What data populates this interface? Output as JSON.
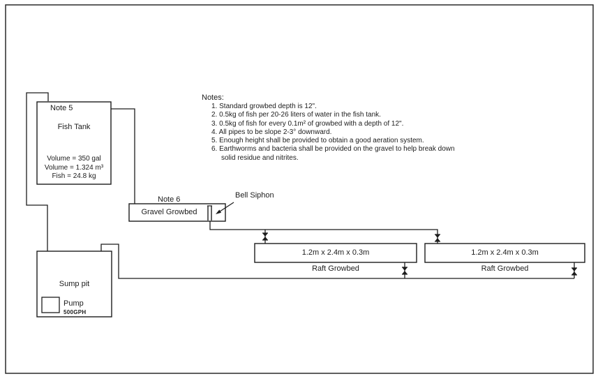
{
  "diagram": {
    "fish_tank": {
      "note": "Note 5",
      "title": "Fish Tank",
      "stat1": "Volume = 350 gal",
      "stat2": "Volume = 1.324 m³",
      "stat3": "Fish = 24.8 kg"
    },
    "notes": {
      "title": "Notes:",
      "items": [
        "1. Standard growbed depth is 12\".",
        "2. 0.5kg of fish per 20-26 liters of water in the fish tank.",
        "3. 0.5kg of fish for every 0.1m² of growbed with a depth of 12\".",
        "4. All pipes to be slope 2-3° downward.",
        "5. Enough height shall be provided to obtain a good aeration system.",
        "6. Earthworms and bacteria shall be provided on the gravel to help break down solid residue and nitrites."
      ]
    },
    "gravel_growbed": {
      "note": "Note 6",
      "label": "Gravel Growbed",
      "siphon_label": "Bell Siphon"
    },
    "rafts": [
      {
        "dimensions": "1.2m x 2.4m x 0.3m",
        "label": "Raft Growbed"
      },
      {
        "dimensions": "1.2m x 2.4m x 0.3m",
        "label": "Raft Growbed"
      }
    ],
    "sump": {
      "label": "Sump pit",
      "pump_label": "Pump",
      "pump_rating": "500GPH"
    },
    "colors": {
      "line": "#1c1c1c",
      "background": "#ffffff"
    }
  }
}
